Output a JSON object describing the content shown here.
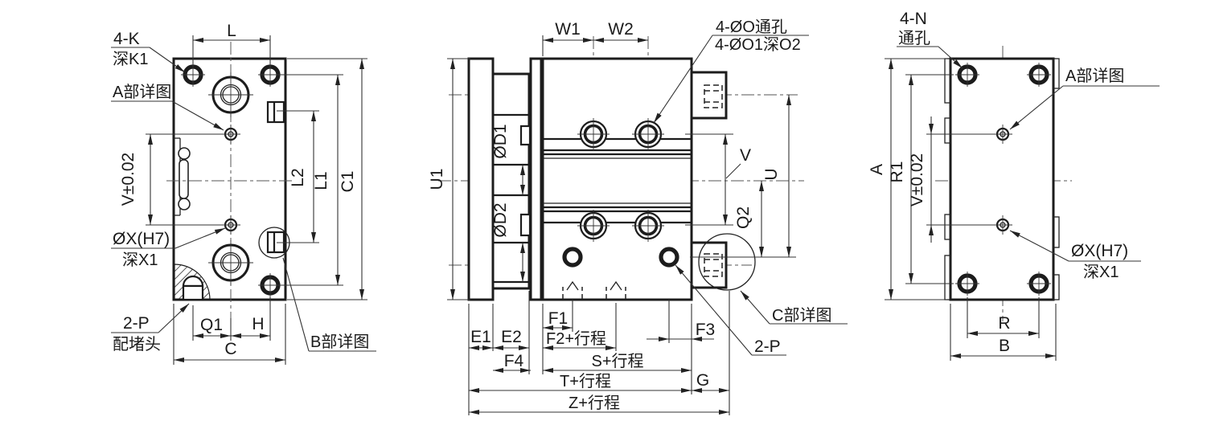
{
  "left_view": {
    "labels": {
      "k_spec": "4-K",
      "k_depth": "深K1",
      "detail_a": "A部详图",
      "v_tol": "V±0.02",
      "x_spec": "ØX(H7)",
      "x_depth": "深X1",
      "plug_qty": "2-P",
      "plug_note": "配堵头",
      "detail_b": "B部详图"
    },
    "dims": {
      "l": "L",
      "q1": "Q1",
      "h": "H",
      "c": "C",
      "l2": "L2",
      "l1": "L1",
      "c1": "C1"
    }
  },
  "middle_view": {
    "labels": {
      "o_spec": "4-ØO通孔",
      "o_spec2": "4-ØO1深O2",
      "port_qty": "2-P",
      "detail_c": "C部详图"
    },
    "dims": {
      "w1": "W1",
      "w2": "W2",
      "u1": "U1",
      "d1": "ØD1",
      "d2": "ØD2",
      "v": "V",
      "u": "U",
      "q2": "Q2",
      "e1": "E1",
      "e2": "E2",
      "f1": "F1",
      "f2": "F2+行程",
      "f4": "F4",
      "s": "S+行程",
      "t": "T+行程",
      "z": "Z+行程",
      "f3": "F3",
      "g": "G"
    }
  },
  "right_view": {
    "labels": {
      "n_spec": "4-N",
      "n_note": "通孔",
      "detail_a": "A部详图",
      "x_spec": "ØX(H7)",
      "x_depth": "深X1"
    },
    "dims": {
      "a": "A",
      "r1": "R1",
      "v_tol": "V±0.02",
      "r": "R",
      "b": "B"
    }
  }
}
